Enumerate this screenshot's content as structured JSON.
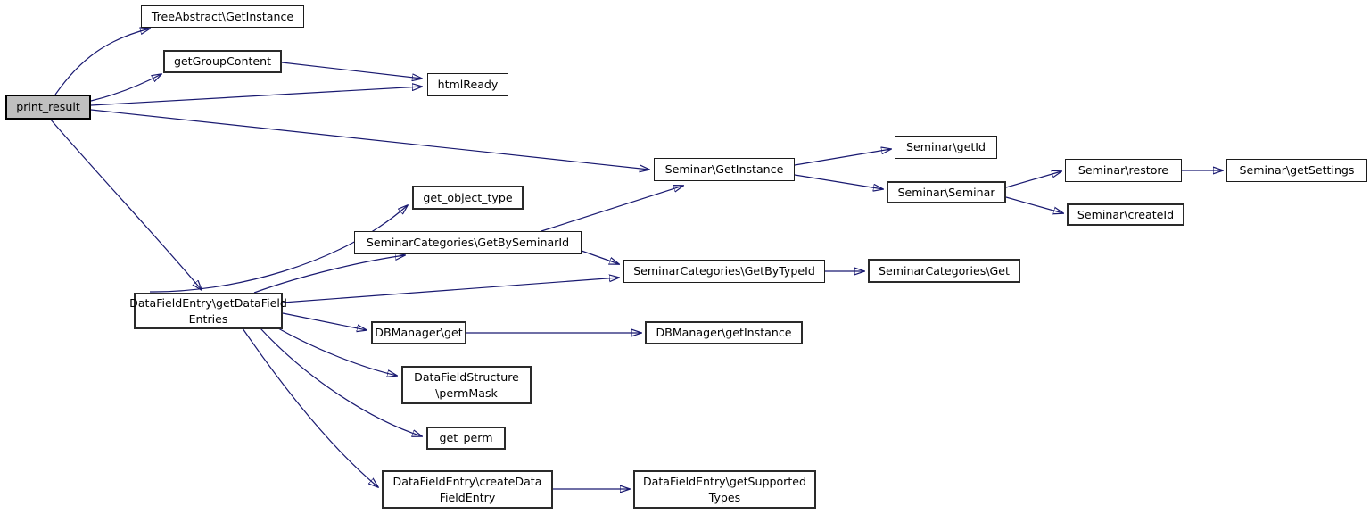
{
  "graph": {
    "type": "call-graph",
    "edge_color": "#191970",
    "node_fill": "#ffffff",
    "node_border_color": "#1c1c1c",
    "highlight_node_fill": "#bfbfbf",
    "nodes": [
      {
        "id": "print_result",
        "label": "print_result",
        "highlighted": true
      },
      {
        "id": "treeabstract-getinstance",
        "label": "TreeAbstract\\GetInstance"
      },
      {
        "id": "getgroupcontent",
        "label": "getGroupContent"
      },
      {
        "id": "htmlready",
        "label": "htmlReady"
      },
      {
        "id": "seminar-getinstance",
        "label": "Seminar\\GetInstance"
      },
      {
        "id": "seminar-getid",
        "label": "Seminar\\getId"
      },
      {
        "id": "seminar-seminar",
        "label": "Seminar\\Seminar"
      },
      {
        "id": "seminar-restore",
        "label": "Seminar\\restore"
      },
      {
        "id": "seminar-getsettings",
        "label": "Seminar\\getSettings"
      },
      {
        "id": "seminar-createid",
        "label": "Seminar\\createId"
      },
      {
        "id": "get_object_type",
        "label": "get_object_type"
      },
      {
        "id": "seminarcategories-getbyseminarid",
        "label": "SeminarCategories\\GetBySeminarId"
      },
      {
        "id": "seminarcategories-getbytypeid",
        "label": "SeminarCategories\\GetByTypeId"
      },
      {
        "id": "seminarcategories-get",
        "label": "SeminarCategories\\Get"
      },
      {
        "id": "datafieldentry-getdatafieldentries",
        "label": "DataFieldEntry\\getDataField\nEntries"
      },
      {
        "id": "dbmanager-get",
        "label": "DBManager\\get"
      },
      {
        "id": "dbmanager-getinstance",
        "label": "DBManager\\getInstance"
      },
      {
        "id": "datafieldstructure-permmask",
        "label": "DataFieldStructure\n\\permMask"
      },
      {
        "id": "get_perm",
        "label": "get_perm"
      },
      {
        "id": "datafieldentry-createdatafieldentry",
        "label": "DataFieldEntry\\createData\nFieldEntry"
      },
      {
        "id": "datafieldentry-getsupportedtypes",
        "label": "DataFieldEntry\\getSupported\nTypes"
      }
    ],
    "edges": [
      {
        "from": "print_result",
        "to": "TreeAbstract\\GetInstance"
      },
      {
        "from": "print_result",
        "to": "getGroupContent"
      },
      {
        "from": "print_result",
        "to": "htmlReady"
      },
      {
        "from": "getGroupContent",
        "to": "htmlReady"
      },
      {
        "from": "print_result",
        "to": "Seminar\\GetInstance"
      },
      {
        "from": "print_result",
        "to": "DataFieldEntry\\getDataFieldEntries"
      },
      {
        "from": "DataFieldEntry\\getDataFieldEntries",
        "to": "get_object_type"
      },
      {
        "from": "DataFieldEntry\\getDataFieldEntries",
        "to": "SeminarCategories\\GetBySeminarId"
      },
      {
        "from": "DataFieldEntry\\getDataFieldEntries",
        "to": "SeminarCategories\\GetByTypeId"
      },
      {
        "from": "DataFieldEntry\\getDataFieldEntries",
        "to": "DBManager\\get"
      },
      {
        "from": "DataFieldEntry\\getDataFieldEntries",
        "to": "DataFieldStructure\\permMask"
      },
      {
        "from": "DataFieldEntry\\getDataFieldEntries",
        "to": "get_perm"
      },
      {
        "from": "DataFieldEntry\\getDataFieldEntries",
        "to": "DataFieldEntry\\createDataFieldEntry"
      },
      {
        "from": "SeminarCategories\\GetBySeminarId",
        "to": "Seminar\\GetInstance"
      },
      {
        "from": "SeminarCategories\\GetBySeminarId",
        "to": "SeminarCategories\\GetByTypeId"
      },
      {
        "from": "SeminarCategories\\GetByTypeId",
        "to": "SeminarCategories\\Get"
      },
      {
        "from": "DBManager\\get",
        "to": "DBManager\\getInstance"
      },
      {
        "from": "Seminar\\GetInstance",
        "to": "Seminar\\getId"
      },
      {
        "from": "Seminar\\GetInstance",
        "to": "Seminar\\Seminar"
      },
      {
        "from": "Seminar\\Seminar",
        "to": "Seminar\\restore"
      },
      {
        "from": "Seminar\\Seminar",
        "to": "Seminar\\createId"
      },
      {
        "from": "Seminar\\restore",
        "to": "Seminar\\getSettings"
      },
      {
        "from": "DataFieldEntry\\createDataFieldEntry",
        "to": "DataFieldEntry\\getSupportedTypes"
      }
    ]
  }
}
